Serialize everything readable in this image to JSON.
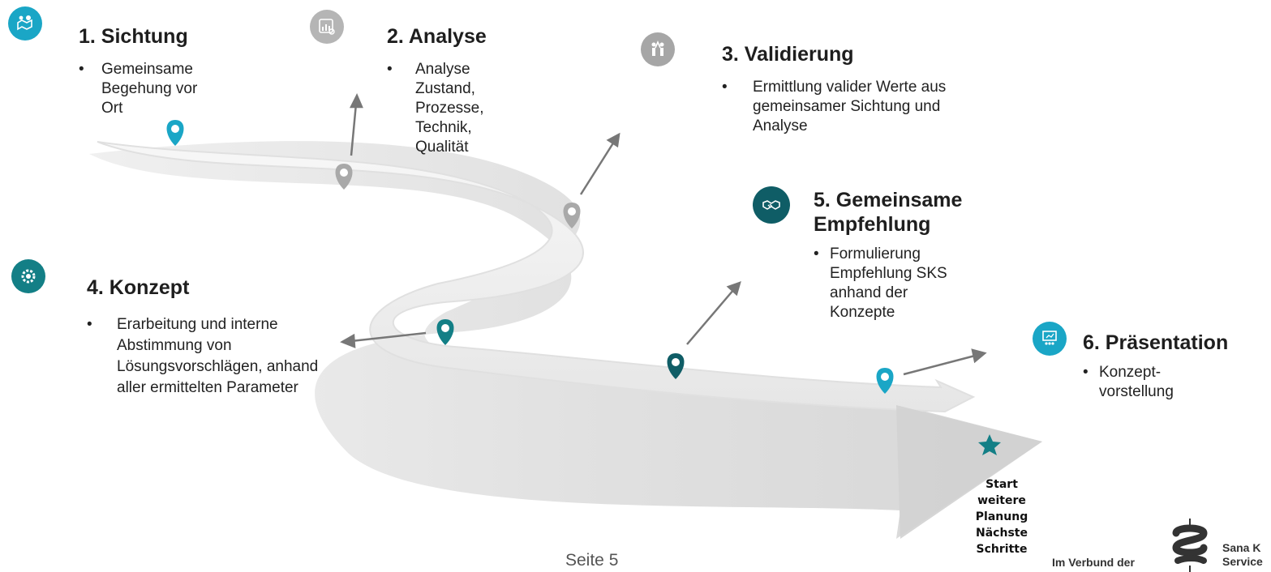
{
  "steps": [
    {
      "title": "1. Sichtung",
      "bullets": [
        "Gemeinsame Begehung vor Ort"
      ],
      "icon": "map-people-icon",
      "color": "#1aa6c6"
    },
    {
      "title": "2. Analyse",
      "bullets": [
        "Analyse Zustand, Prozesse, Technik, Qualität"
      ],
      "icon": "analysis-chart-icon",
      "color": "#b5b5b5"
    },
    {
      "title": "3. Validierung",
      "bullets": [
        "Ermittlung valider Werte aus gemeinsamer Sichtung und Analyse"
      ],
      "icon": "high-five-icon",
      "color": "#a6a6a6"
    },
    {
      "title": "4. Konzept",
      "bullets": [
        "Erarbeitung und interne Abstimmung von Lösungsvorschlägen, anhand aller ermittelten Parameter"
      ],
      "icon": "gear-icon",
      "color": "#137f86"
    },
    {
      "title_line1": "5. Gemeinsame",
      "title_line2": "Empfehlung",
      "bullets": [
        "Formulierung Empfehlung SKS anhand der Konzepte"
      ],
      "icon": "handshake-icon",
      "color": "#0f5d66"
    },
    {
      "title": "6. Präsentation",
      "bullets": [
        "Konzept-vorstellung"
      ],
      "icon": "presentation-icon",
      "color": "#1aa6c6"
    }
  ],
  "start": {
    "line1": "Start",
    "line2": "weitere",
    "line3": "Planung",
    "line4": "Nächste",
    "line5": "Schritte"
  },
  "footer": {
    "page": "Seite 5",
    "verbund": "Im Verbund der",
    "brand_line1": "Sana K",
    "brand_line2": "Service"
  },
  "colors": {
    "teal": "#1aa6c6",
    "dark_teal": "#0f5d66",
    "mid_teal": "#137f86",
    "grey_pin": "#a9a9a9",
    "arrow": "#777777"
  }
}
